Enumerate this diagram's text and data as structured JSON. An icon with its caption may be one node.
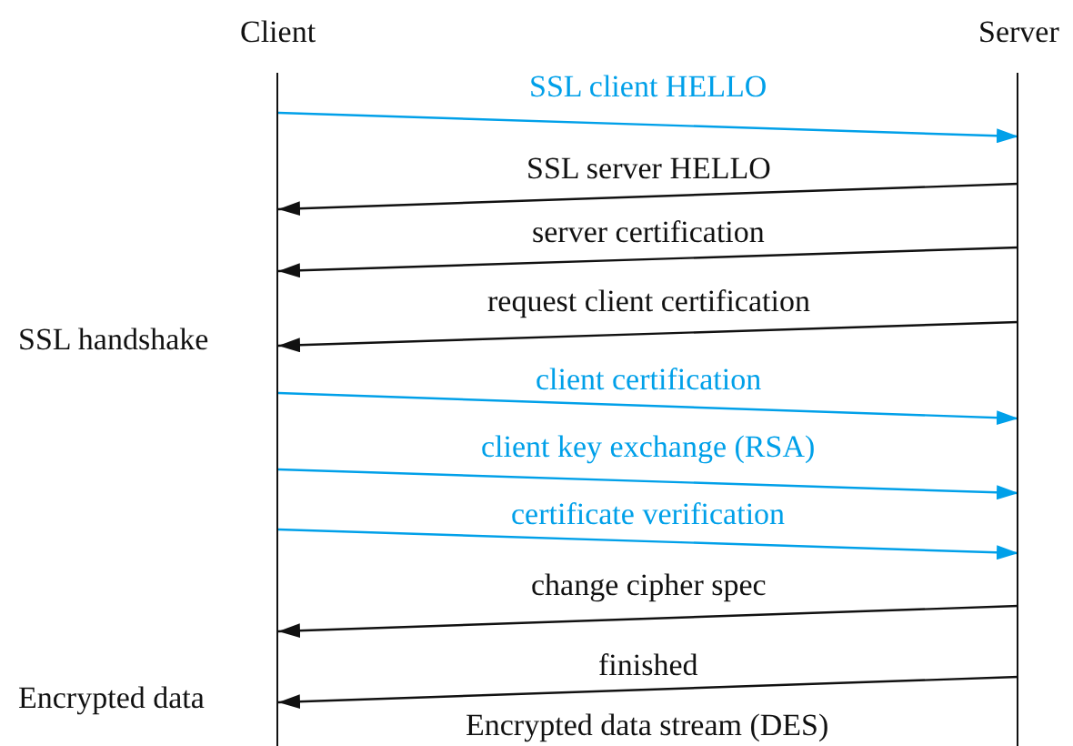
{
  "diagram": {
    "nodes": [
      {
        "text": [
          "Client"
        ]
      },
      {
        "text": [
          "Server"
        ]
      }
    ],
    "edges": [
      {
        "from": 0,
        "to": 1,
        "arrow": "to",
        "label": "SSL client HELLO",
        "color": "#00a0e9"
      },
      {
        "from": 1,
        "to": 0,
        "arrow": "to",
        "label": "SSL server HELLO"
      },
      {
        "from": 1,
        "to": 0,
        "arrow": "to",
        "label": "server certification"
      },
      {
        "from": 1,
        "to": 0,
        "arrow": "to",
        "label": "request client certification"
      },
      {
        "from": 0,
        "to": 1,
        "arrow": "to",
        "label": "client certification",
        "color": "#00a0e9"
      },
      {
        "from": 0,
        "to": 1,
        "arrow": "to",
        "label": "client key exchange (RSA)",
        "color": "#00a0e9"
      },
      {
        "from": 0,
        "to": 1,
        "arrow": "to",
        "label": "certificate verification",
        "color": "#00a0e9"
      },
      {
        "from": 1,
        "to": 0,
        "arrow": "to",
        "label": "change cipher spec"
      },
      {
        "from": 1,
        "to": 0,
        "arrow": "to",
        "label": "finished"
      }
    ],
    "labels": [
      "SSL handshake",
      "Encrypted data",
      "Encrypted data stream (DES)"
    ]
  }
}
